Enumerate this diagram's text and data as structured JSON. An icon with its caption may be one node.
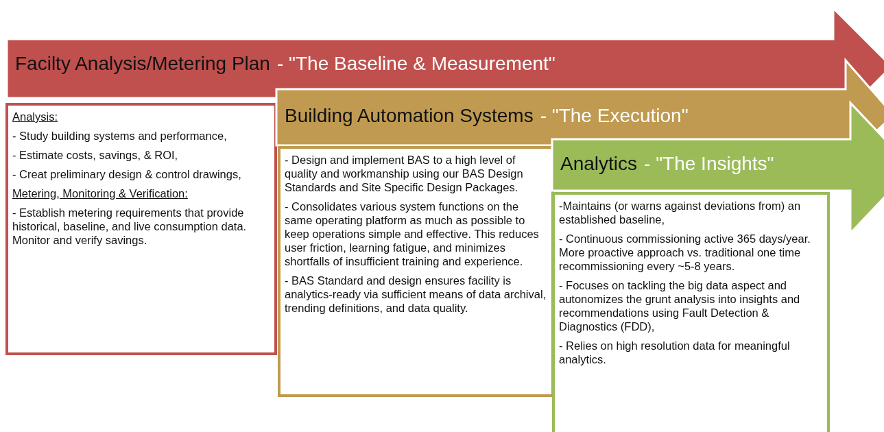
{
  "diagram": {
    "nodes": [
      {
        "text": [
          "Facilty Analysis/Metering Plan",
          "- \"The Baseline & Measurement\""
        ]
      },
      {
        "text": [
          "Analysis:",
          "- Study building systems and performance,",
          "- Estimate costs, savings, & ROI,",
          "- Creat preliminary design & control drawings,",
          "Metering, Monitoring & Verification:",
          "- Establish metering requirements that provide historical, baseline, and live consumption data. Monitor and verify savings."
        ]
      },
      {
        "text": [
          "Building Automation Systems",
          "- \"The Execution\""
        ]
      },
      {
        "text": [
          "- Design and implement BAS to a high level of quality and workmanship using our BAS Design Standards and Site Specific Design Packages.",
          "- Consolidates various system functions on the same operating platform as much as possible to keep operations simple and effective. This reduces user friction, learning fatigue, and minimizes shortfalls of insufficient training and experience.",
          "- BAS Standard and design ensures facility is analytics-ready via sufficient means of data archival, trending definitions, and data quality."
        ]
      },
      {
        "text": [
          "Analytics",
          "- \"The Insights\""
        ]
      },
      {
        "text": [
          "-Maintains (or warns against deviations from) an established baseline,",
          "- Continuous commissioning active 365 days/year. More proactive approach vs. traditional one time recommissioning every ~5-8 years.",
          "- Focuses on tackling the big data aspect and autonomizes the grunt analysis into insights and recommendations using Fault Detection & Diagnostics (FDD),",
          "- Relies on high resolution data for meaningful analytics."
        ]
      }
    ]
  }
}
